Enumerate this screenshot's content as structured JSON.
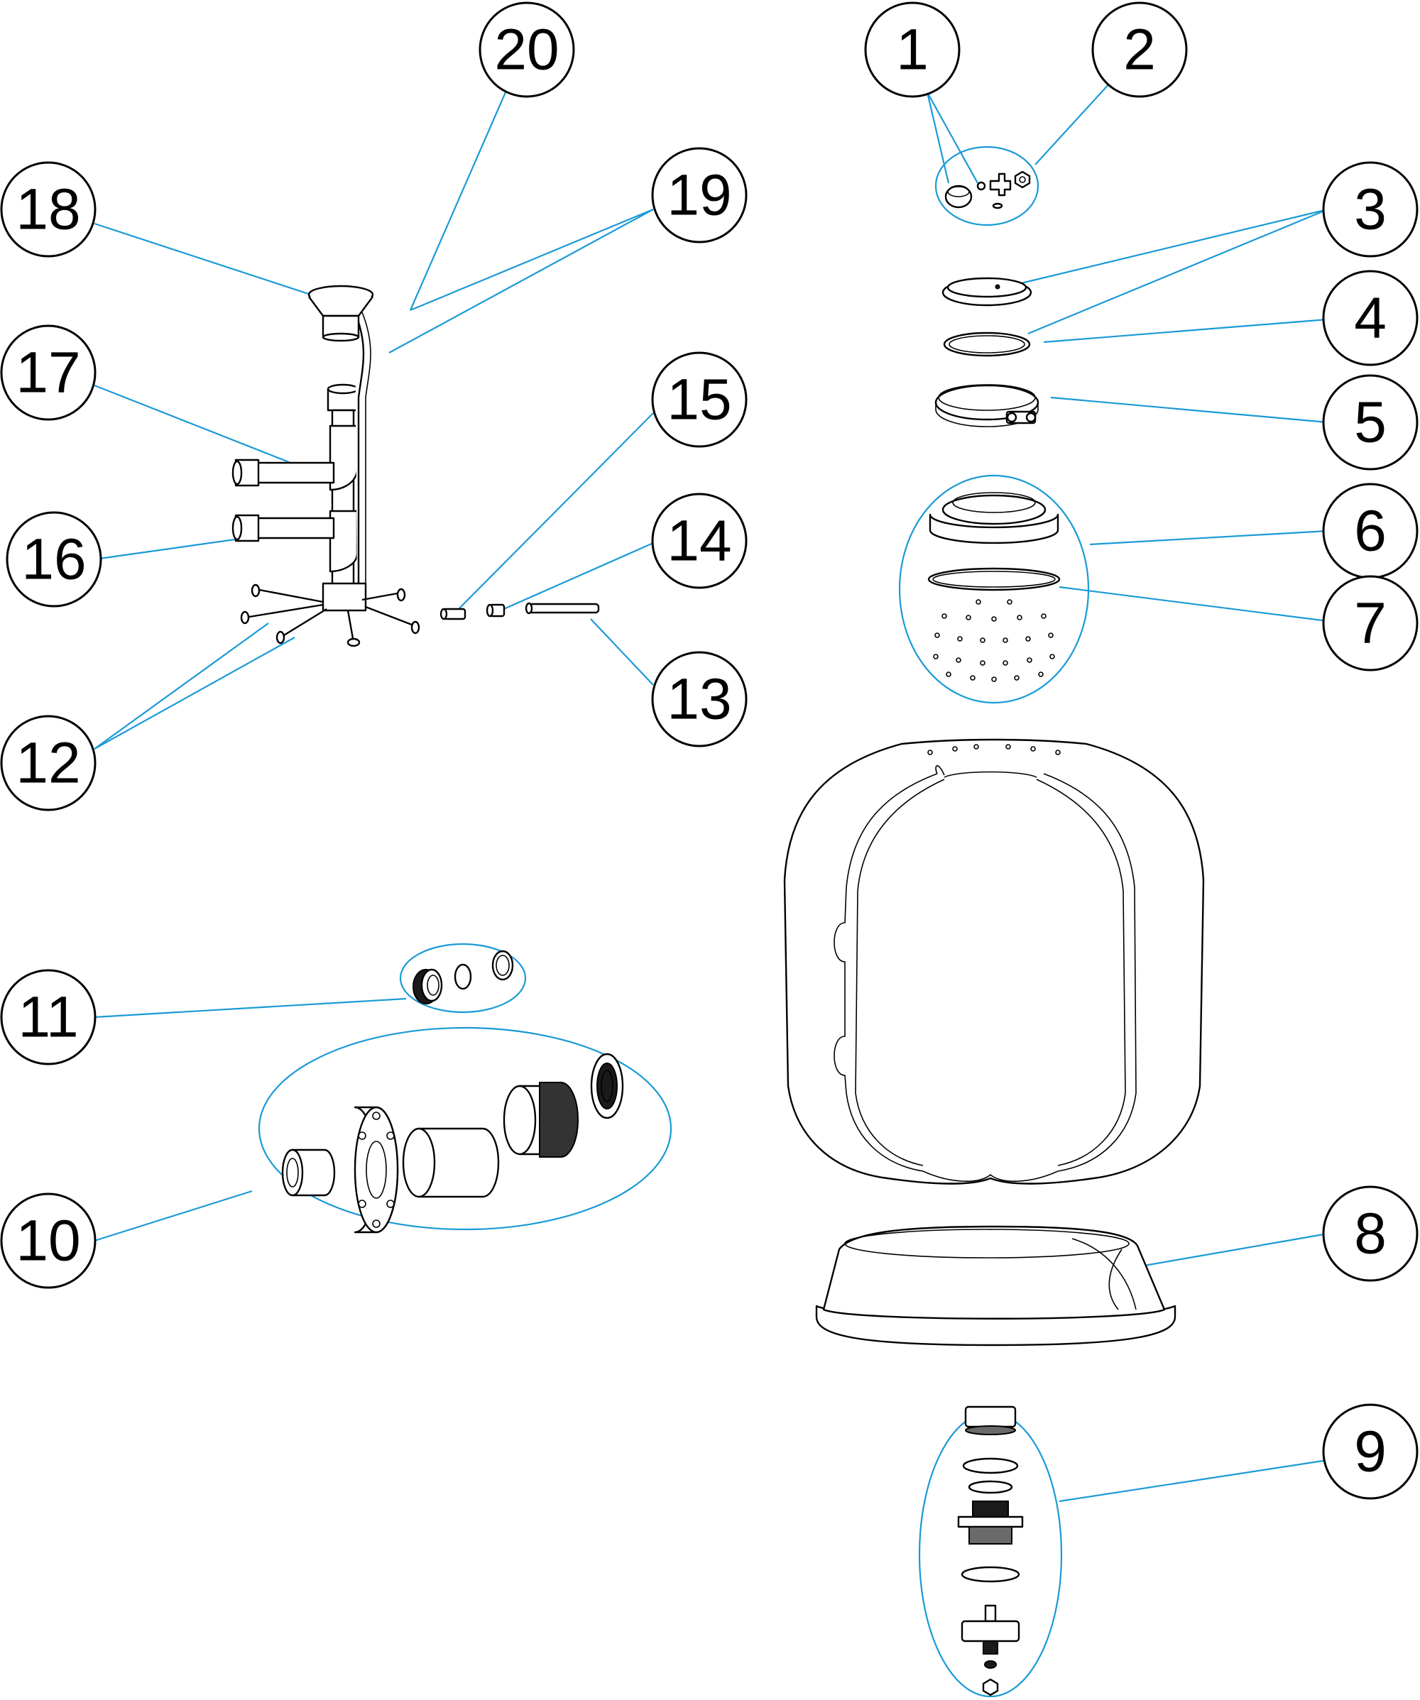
{
  "diagram": {
    "accent_color": "#1a9ad6",
    "line_color": "#000000",
    "callouts": [
      {
        "label": "1"
      },
      {
        "label": "2"
      },
      {
        "label": "3"
      },
      {
        "label": "4"
      },
      {
        "label": "5"
      },
      {
        "label": "6"
      },
      {
        "label": "7"
      },
      {
        "label": "8"
      },
      {
        "label": "9"
      },
      {
        "label": "10"
      },
      {
        "label": "11"
      },
      {
        "label": "12"
      },
      {
        "label": "13"
      },
      {
        "label": "14"
      },
      {
        "label": "15"
      },
      {
        "label": "16"
      },
      {
        "label": "17"
      },
      {
        "label": "18"
      },
      {
        "label": "19"
      },
      {
        "label": "20"
      }
    ]
  }
}
